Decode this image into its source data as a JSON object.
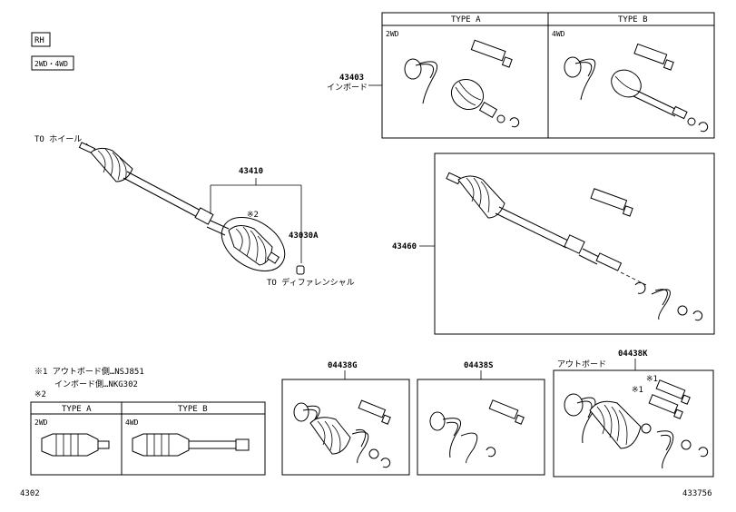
{
  "tags": {
    "rh": "RH",
    "drive": "2WD・4WD"
  },
  "labels": {
    "to_wheel": "TO ホイール",
    "to_diff": "TO ディファレンシャル",
    "p43410": "43410",
    "p43030a": "43030A",
    "note2_mark": "※2",
    "p43460": "43460",
    "p43403": "43403",
    "inboard": "インボード",
    "p04438g": "04438G",
    "p04438s": "04438S",
    "p04438k": "04438K",
    "outboard": "アウトボード",
    "note1_mark_a": "※1",
    "note1_mark_b": "※1"
  },
  "inset_top": {
    "type_a": "TYPE A",
    "type_b": "TYPE B",
    "sub_a": "2WD",
    "sub_b": "4WD"
  },
  "inset_bottom": {
    "type_a": "TYPE A",
    "type_b": "TYPE B",
    "sub_a": "2WD",
    "sub_b": "4WD"
  },
  "notes": {
    "n1_line1": "※1  アウトボード側…NSJ851",
    "n1_line2": "インボード側…NKG302",
    "n2": "※2"
  },
  "footer": {
    "left": "4302",
    "right": "433756"
  }
}
